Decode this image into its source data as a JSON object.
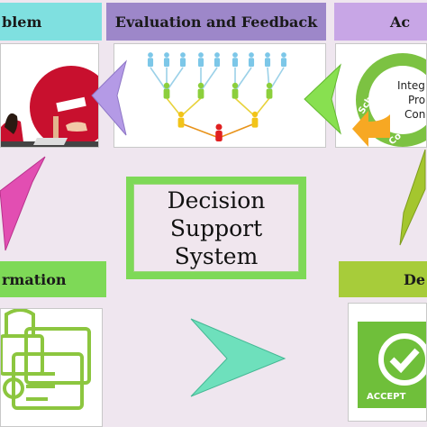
{
  "headers": {
    "problem": "blem",
    "evaluation": "Evaluation and Feedback",
    "action": "Ac",
    "information": "rmation",
    "decision": "De"
  },
  "center": {
    "line1": "Decision",
    "line2": "Support",
    "line3": "System"
  },
  "action_card": {
    "ring_text_top": "Sched",
    "ring_text_bottom": "Co",
    "line1": "Integ",
    "line2": "Pro",
    "line3": "Con"
  },
  "decision_card": {
    "accept_label": "ACCEPT"
  },
  "colors": {
    "background": "#efe6ef",
    "header_teal": "#7fe0e0",
    "header_purple": "#9d87c9",
    "header_violet": "#c8a6e6",
    "header_green": "#7ed957",
    "header_olive": "#a7cc3a",
    "arrow_violet": "#b49ae6",
    "arrow_green": "#88e050",
    "arrow_magenta": "#e24eb2",
    "arrow_olive": "#a4c62e",
    "arrow_teal": "#6ee0bc"
  }
}
